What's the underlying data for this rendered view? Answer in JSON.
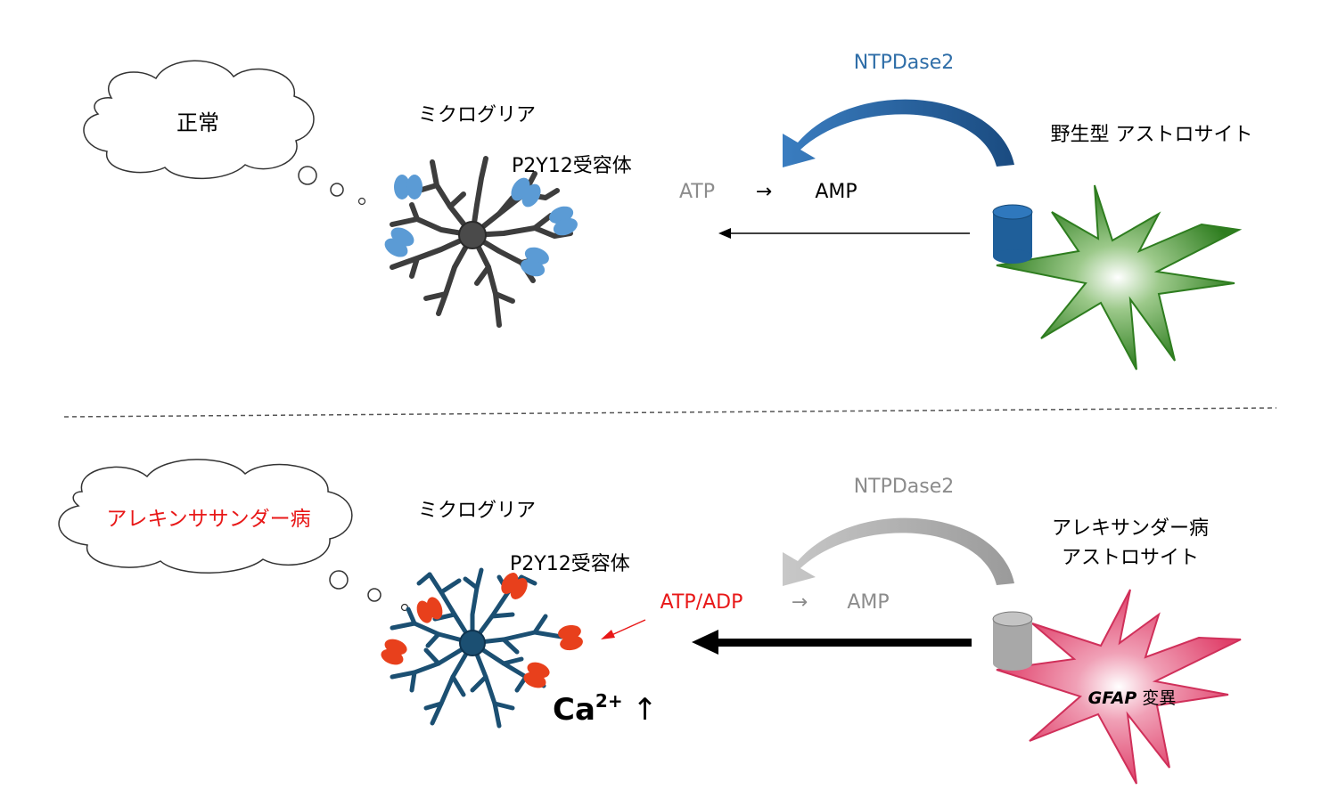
{
  "normal": {
    "bubble_label": "正常",
    "microglia_label": "ミクログリア",
    "receptor_label": "P2Y12受容体",
    "enzyme_label": "NTPDase2",
    "substrate": "ATP",
    "arrow_glyph": "→",
    "product": "AMP",
    "astrocyte_label": "野生型 アストロサイト"
  },
  "disease": {
    "bubble_label": "アレキンササンダー病",
    "microglia_label": "ミクログリア",
    "receptor_label": "P2Y12受容体",
    "enzyme_label": "NTPDase2",
    "substrate": "ATP/ADP",
    "arrow_glyph": "→",
    "product": "AMP",
    "astrocyte_label_line1": "アレキサンダー病",
    "astrocyte_label_line2": "アストロサイト",
    "mutation_gene": "GFAP",
    "mutation_suffix": " 変異",
    "calcium_base": "Ca",
    "calcium_sup": "2+",
    "calcium_arrow": " ↑"
  },
  "colors": {
    "enzyme_blue": "#2f6ea8",
    "cylinder_blue": "#1f5f9a",
    "receptor_blue": "#5b9bd5",
    "microglia_gray": "#3d3d3d",
    "microglia_blue": "#1b4f72",
    "receptor_red": "#e8401c",
    "astrocyte_green": "#2e7d1f",
    "astrocyte_pink": "#e0406a",
    "disease_text_red": "#e81818",
    "muted_gray": "#8c8c8c"
  }
}
